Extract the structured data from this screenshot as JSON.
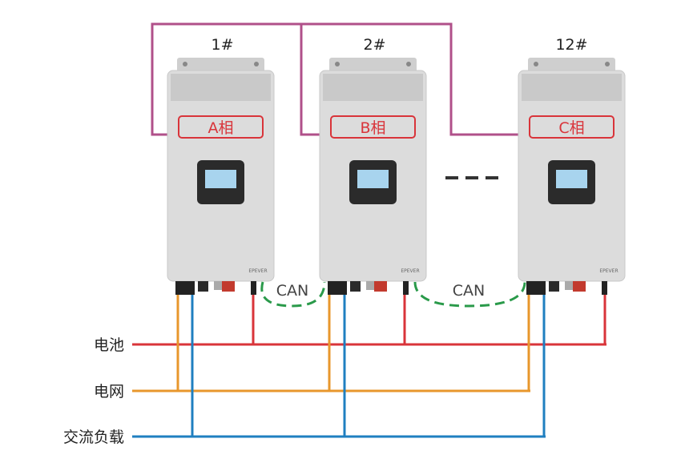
{
  "units": [
    {
      "number": "1#",
      "phase": "A相"
    },
    {
      "number": "2#",
      "phase": "B相"
    },
    {
      "number": "12#",
      "phase": "C相"
    }
  ],
  "can_labels": [
    "CAN",
    "CAN"
  ],
  "bus_labels": {
    "battery": "电池",
    "grid": "电网",
    "load": "交流负载"
  },
  "ellipsis": "— — —",
  "colors": {
    "sync_line": "#b0508a",
    "battery": "#d9343a",
    "grid": "#e8972c",
    "load": "#1f7fc0",
    "can": "#2a9a4a",
    "phase_box": "#d9343a",
    "device_body": "#dcdcdc"
  }
}
